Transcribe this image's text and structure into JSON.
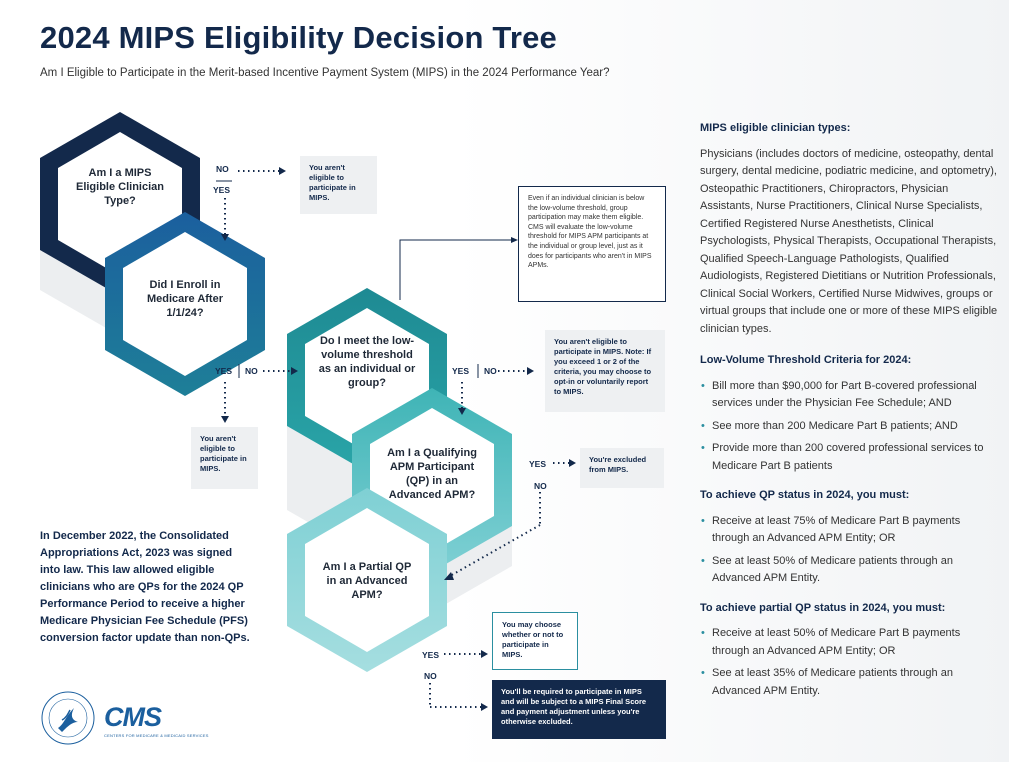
{
  "title": "2024 MIPS Eligibility Decision Tree",
  "subtitle": "Am I Eligible to Participate in the Merit-based Incentive Payment System (MIPS) in the 2024 Performance Year?",
  "tree": {
    "q1": "Am I a MIPS Eligible Clinician Type?",
    "q2": "Did I Enroll in Medicare After 1/1/24?",
    "q3": "Do I meet the low-volume threshold as an individual or group?",
    "q4": "Am I a Qualifying APM Participant (QP) in an Advanced APM?",
    "q5": "Am I a Partial QP in an Advanced APM?",
    "yes": "YES",
    "no": "NO",
    "o1": "You aren't eligible to participate in MIPS.",
    "o2": "You aren't eligible to participate in MIPS.",
    "o3": "You aren't eligible to participate in MIPS. Note: If you exceed 1 or 2 of the criteria, you may choose to opt-in or voluntarily report to MIPS.",
    "o4": "You're excluded from MIPS.",
    "o5": "You may choose whether or not to participate in MIPS.",
    "o6": "You'll be required to participate in MIPS and will be subject to a MIPS Final Score and payment adjustment unless you're otherwise excluded.",
    "note": "Even if an individual clinician is below the low-volume threshold, group participation may make them eligible. CMS will evaluate the low-volume threshold for MIPS APM participants at the individual or group level, just as it does for participants who aren't in MIPS APMs."
  },
  "bottom_note": "In December 2022, the Consolidated Appropriations Act, 2023 was signed into law. This law allowed eligible clinicians who are QPs for the 2024 QP Performance Period to receive a higher Medicare Physician Fee Schedule (PFS) conversion factor update than non-QPs.",
  "right": {
    "h1": "MIPS eligible clinician types:",
    "p1": "Physicians (includes doctors of medicine, osteopathy, dental surgery, dental medicine, podiatric medicine, and optometry), Osteopathic Practitioners, Chiropractors, Physician Assistants, Nurse Practitioners, Clinical Nurse Specialists, Certified Registered Nurse Anesthetists, Clinical Psychologists, Physical Therapists, Occupational Therapists, Qualified Speech-Language Pathologists, Qualified Audiologists, Registered Dietitians or Nutrition Professionals, Clinical Social Workers, Certified Nurse Midwives, groups or virtual groups that include one or more of these MIPS eligible clinician types.",
    "h2": "Low-Volume Threshold Criteria for 2024:",
    "l2": [
      "Bill more than $90,000 for Part B-covered professional services under the Physician Fee Schedule; AND",
      "See more than 200 Medicare Part B patients; AND",
      "Provide more than 200 covered professional services to Medicare Part B patients"
    ],
    "h3": "To achieve QP status in 2024, you must:",
    "l3": [
      "Receive at least 75% of Medicare Part B payments through an Advanced APM Entity; OR",
      "See at least 50% of Medicare patients through an Advanced APM Entity."
    ],
    "h4": "To achieve partial QP status in 2024, you must:",
    "l4": [
      "Receive at least 50% of Medicare Part B payments through an Advanced APM Entity; OR",
      "See at least 35% of Medicare patients through an Advanced APM Entity."
    ]
  },
  "logos": {
    "cms": "CMS",
    "cms_sub": "CENTERS FOR MEDICARE & MEDICAID SERVICES"
  },
  "colors": {
    "navy": "#13294b",
    "blue": "#1b5f9e",
    "teal": "#2b8fa0",
    "light_teal": "#7fcfd4",
    "grey": "#eceef0"
  }
}
